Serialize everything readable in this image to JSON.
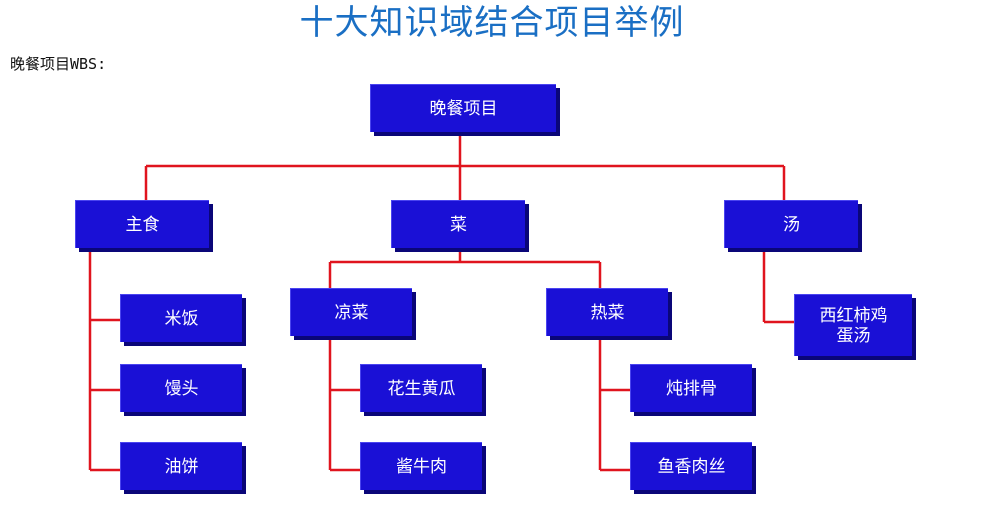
{
  "title": "十大知识域结合项目举例",
  "subtitle": "晚餐项目WBS:",
  "colors": {
    "title": "#1a6fc4",
    "node_fill": "#1a10d6",
    "node_shadow": "#0a0678",
    "connector": "#e0141e"
  },
  "nodes": {
    "root": "晚餐项目",
    "staple": "主食",
    "dishes": "菜",
    "soup": "汤",
    "rice": "米饭",
    "bun": "馒头",
    "fried_cake": "油饼",
    "cold_dishes": "凉菜",
    "hot_dishes": "热菜",
    "peanut_cucumber": "花生黄瓜",
    "braised_beef": "酱牛肉",
    "stewed_ribs": "炖排骨",
    "yuxiang_pork": "鱼香肉丝",
    "tomato_egg_soup_line1": "西红柿鸡",
    "tomato_egg_soup_line2": "蛋汤"
  }
}
